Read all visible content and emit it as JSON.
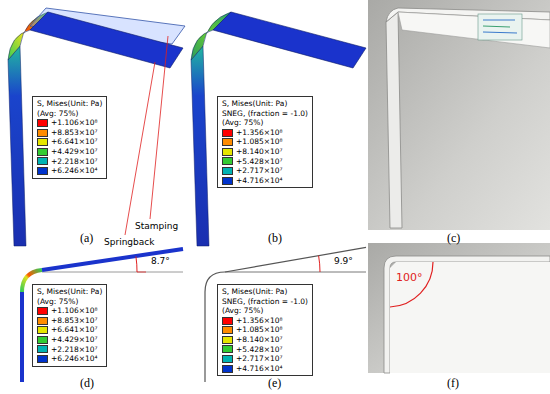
{
  "diagram": {
    "nodes": [
      {
        "text": [
          "S, Mises(Unit: Pa)",
          "(Avg: 75%)"
        ]
      },
      {
        "text": [
          "S, Mises(Unit: Pa)",
          "SNEG, (fraction = -1.0)",
          "(Avg: 75%)"
        ]
      },
      {
        "text": [
          "S, Mises(Unit: Pa)",
          "(Avg: 75%)"
        ]
      },
      {
        "text": [
          "S, Mises(Unit: Pa)",
          "SNEG, (fraction = -1.0)",
          "(Avg: 75%)"
        ]
      }
    ],
    "labels": [
      "Stamping",
      "Springback",
      "(a)",
      "(b)",
      "(c)",
      "8.7°",
      "9.9°",
      "100°",
      "(d)",
      "(e)",
      "(f)"
    ],
    "legend": [
      {
        "text": "+1.106×10⁸",
        "color": "#ff0000"
      },
      {
        "text": "+8.853×10⁷",
        "color": "#ff8c00"
      },
      {
        "text": "+6.641×10⁷",
        "color": "#e6e600"
      },
      {
        "text": "+4.429×10⁷",
        "color": "#33cc33"
      },
      {
        "text": "+2.218×10⁷",
        "color": "#00b3b3"
      },
      {
        "text": "+6.246×10⁴",
        "color": "#0033cc"
      },
      {
        "text": "+1.356×10⁸",
        "color": "#ff0000"
      },
      {
        "text": "+1.085×10⁸",
        "color": "#ff8c00"
      },
      {
        "text": "+8.140×10⁷",
        "color": "#e6e600"
      },
      {
        "text": "+5.428×10⁷",
        "color": "#33cc33"
      },
      {
        "text": "+2.717×10⁷",
        "color": "#00b3b3"
      },
      {
        "text": "+4.716×10⁴",
        "color": "#0033cc"
      },
      {
        "text": "+1.106×10⁸",
        "color": "#ff0000"
      },
      {
        "text": "+8.853×10⁷",
        "color": "#ff8c00"
      },
      {
        "text": "+6.641×10⁷",
        "color": "#e6e600"
      },
      {
        "text": "+4.429×10⁷",
        "color": "#33cc33"
      },
      {
        "text": "+2.218×10⁷",
        "color": "#00b3b3"
      },
      {
        "text": "+6.246×10⁴",
        "color": "#0033cc"
      },
      {
        "text": "+1.356×10⁸",
        "color": "#ff0000"
      },
      {
        "text": "+1.085×10⁸",
        "color": "#ff8c00"
      },
      {
        "text": "+8.140×10⁷",
        "color": "#e6e600"
      },
      {
        "text": "+5.428×10⁷",
        "color": "#33cc33"
      },
      {
        "text": "+2.717×10⁷",
        "color": "#00b3b3"
      },
      {
        "text": "+4.716×10⁴",
        "color": "#0033cc"
      }
    ]
  }
}
